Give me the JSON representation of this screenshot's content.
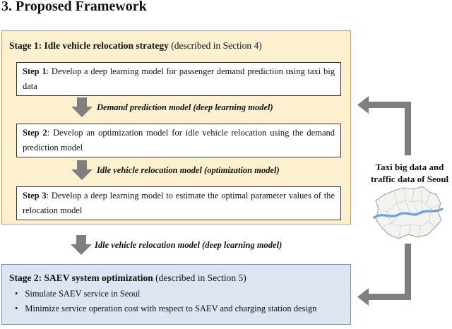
{
  "heading": "3. Proposed Framework",
  "stage1": {
    "title_bold": "Stage 1:  Idle vehicle relocation strategy",
    "title_rest": " (described in Section 4)",
    "steps": [
      {
        "label": "Step 1",
        "text": ": Develop a deep learning model for passenger demand prediction using taxi big data"
      },
      {
        "label": "Step 2",
        "text": ": Develop an optimization model for idle vehicle relocation using the demand prediction model"
      },
      {
        "label": "Step 3",
        "text": ": Develop a deep learning model to estimate the optimal parameter values of the relocation model"
      }
    ],
    "outputs": [
      "Demand prediction model (deep learning model)",
      "Idle vehicle relocation model (optimization model)"
    ]
  },
  "between_output": "Idle vehicle relocation model (deep learning model)",
  "stage2": {
    "title_bold": "Stage 2: SAEV system optimization",
    "title_rest": " (described in Section 5)",
    "bullets": [
      "Simulate SAEV service in Seoul",
      "Minimize service operation cost with respect to SAEV and charging station design"
    ]
  },
  "side": {
    "line1": "Taxi big data and",
    "line2": "traffic data of Seoul",
    "map_icon": "seoul-map-icon"
  },
  "colors": {
    "stage1_fill": "#fdf0cf",
    "stage2_fill": "#dde5f3",
    "arrow": "#7f7f7f",
    "river": "#6aa0dc"
  }
}
